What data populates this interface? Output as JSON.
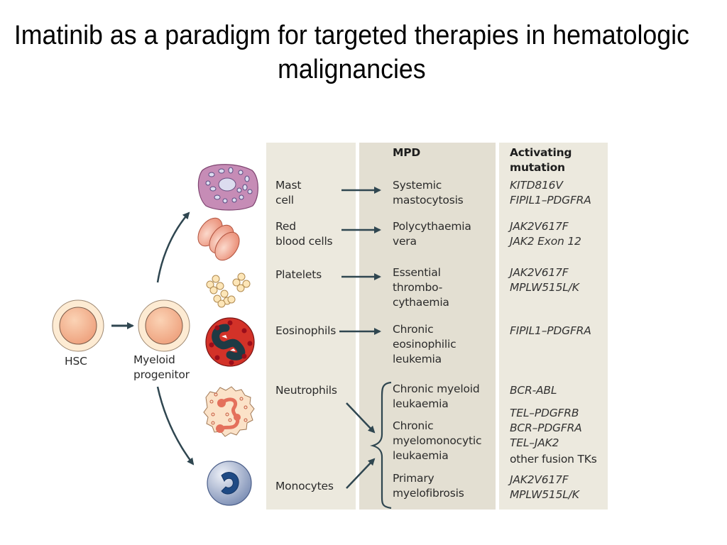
{
  "title": "Imatinib as a paradigm for targeted therapies in hematologic malignancies",
  "headers": {
    "mpd": "MPD",
    "mutation": "Activating\nmutation"
  },
  "lineage": {
    "hsc": "HSC",
    "progenitor": "Myeloid\nprogenitor"
  },
  "cells": [
    {
      "label": "Mast\ncell",
      "icon": "mast-cell-icon"
    },
    {
      "label": "Red\nblood cells",
      "icon": "red-blood-cells-icon"
    },
    {
      "label": "Platelets",
      "icon": "platelets-icon"
    },
    {
      "label": "Eosinophils",
      "icon": "eosinophil-icon"
    },
    {
      "label": "Neutrophils",
      "icon": "neutrophil-icon"
    },
    {
      "label": "Monocytes",
      "icon": "monocyte-icon"
    }
  ],
  "diseases": [
    {
      "name": "Systemic\nmastocytosis",
      "mutations": "KITD816V\nFIPIL1–PDGFRA"
    },
    {
      "name": "Polycythaemia\nvera",
      "mutations": "JAK2V617F\nJAK2 Exon 12"
    },
    {
      "name": "Essential\nthrombo-\ncythaemia",
      "mutations": "JAK2V617F\nMPLW515L/K"
    },
    {
      "name": "Chronic\neosinophilic\nleukemia",
      "mutations": "FIPIL1–PDGFRA"
    },
    {
      "name": "Chronic myeloid\nleukaemia",
      "mutations": "BCR-ABL"
    },
    {
      "name": "Chronic\nmyelomonocytic\nleukaemia",
      "mutations": "TEL–PDGFRB\nBCR–PDGFRA\nTEL–JAK2",
      "extra": "other fusion TKs"
    },
    {
      "name": "Primary\nmyelofibrosis",
      "mutations": "JAK2V617F\nMPLW515L/K"
    }
  ],
  "colors": {
    "arrow": "#2f4650",
    "panel_light": "#ece9de",
    "panel_mid": "#e3dfd2"
  }
}
